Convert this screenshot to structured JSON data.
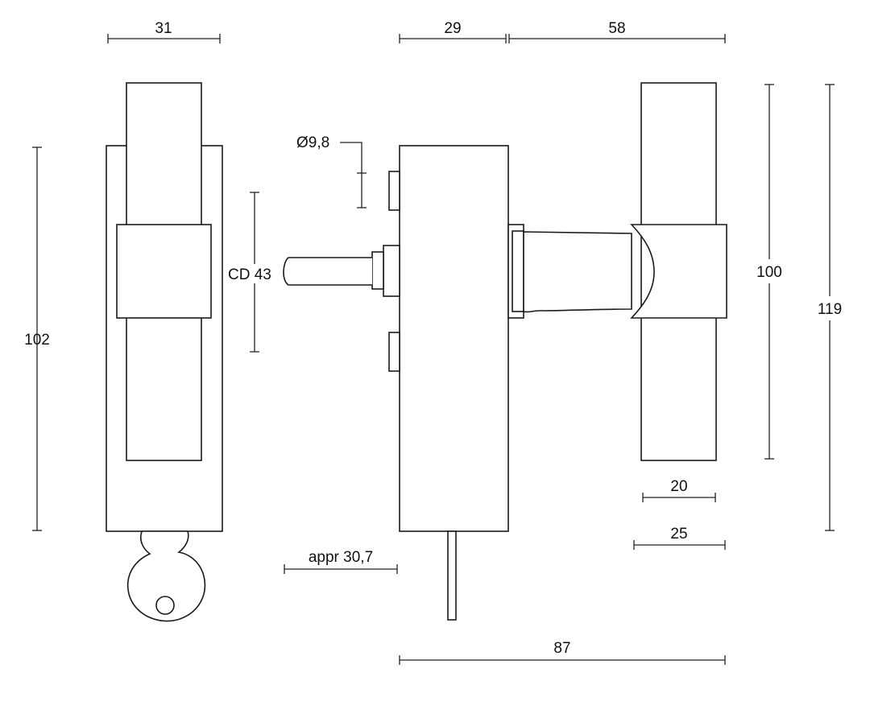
{
  "drawing": {
    "colors": {
      "line": "#1a1a1a",
      "background": "#ffffff"
    },
    "dimensions": {
      "left_width": "31",
      "mid_depth": "29",
      "handle_projection": "58",
      "diameter": "Ø9,8",
      "center_distance": "CD 43",
      "left_height": "102",
      "handle_height": "100",
      "total_height": "119",
      "grip_width": "20",
      "handle_width": "25",
      "spindle_length": "appr 30,7",
      "total_depth": "87"
    }
  }
}
